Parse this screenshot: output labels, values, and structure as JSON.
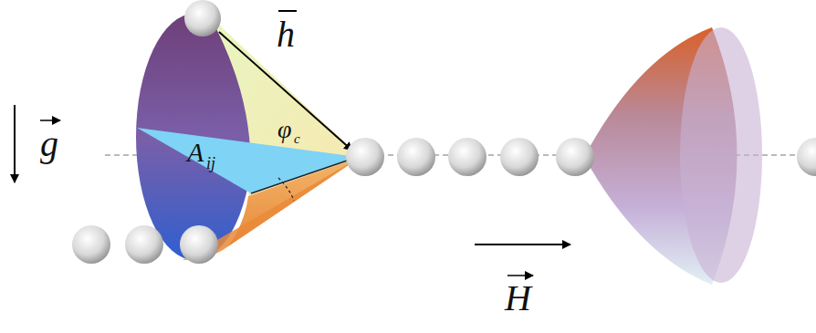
{
  "diagram": {
    "labels": [
      "h",
      "g",
      "A",
      "ij",
      "φ",
      "c",
      "H"
    ]
  }
}
